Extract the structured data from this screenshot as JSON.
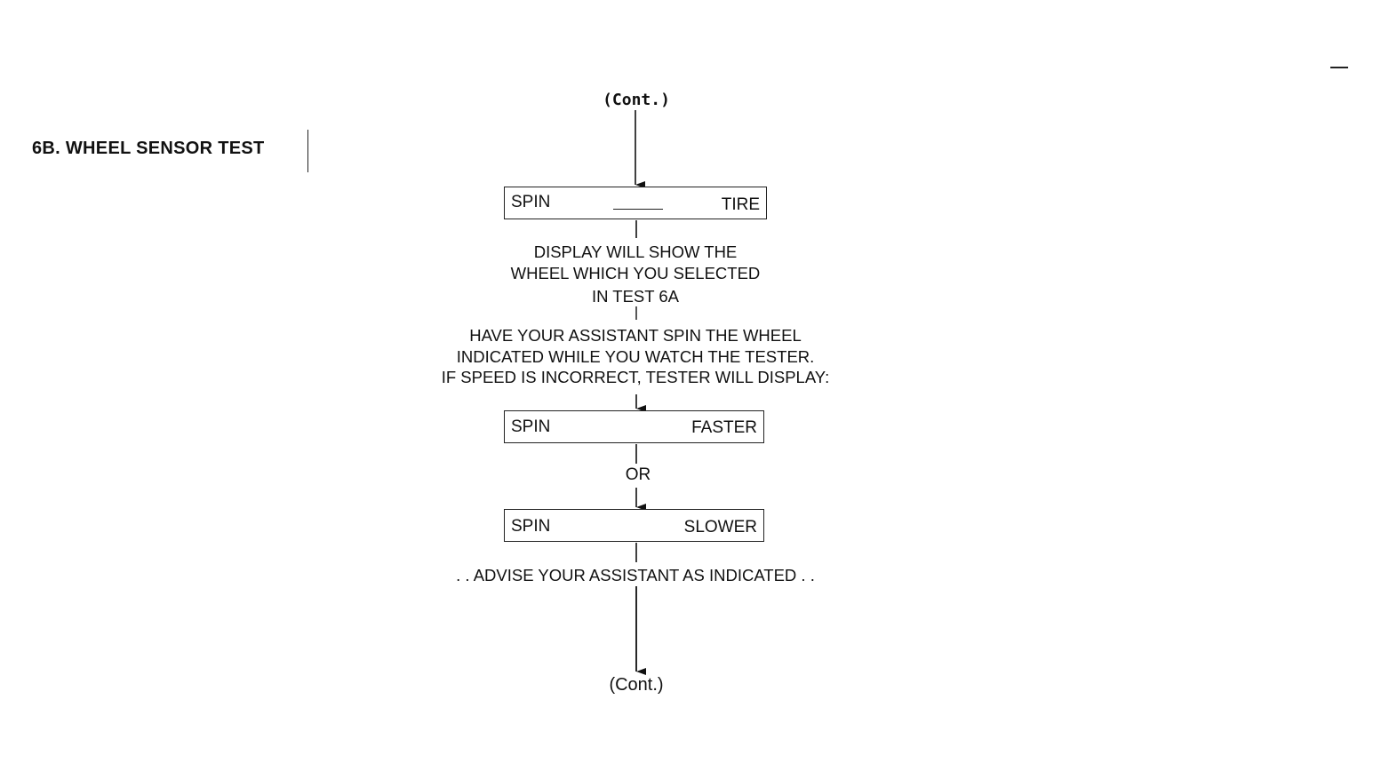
{
  "section_title": "6B. WHEEL SENSOR TEST",
  "flow": {
    "cont_top": "(Cont.)",
    "box_tire": {
      "left": "SPIN",
      "right": "TIRE"
    },
    "display_note": [
      "DISPLAY WILL SHOW THE",
      "WHEEL WHICH YOU SELECTED",
      "IN TEST 6A"
    ],
    "assistant_note": [
      "HAVE YOUR ASSISTANT SPIN THE WHEEL",
      "INDICATED WHILE YOU WATCH THE TESTER.",
      "IF SPEED IS INCORRECT, TESTER WILL DISPLAY:"
    ],
    "box_faster": {
      "left": "SPIN",
      "right": "FASTER"
    },
    "or_label": "OR",
    "box_slower": {
      "left": "SPIN",
      "right": "SLOWER"
    },
    "advise": ". . ADVISE YOUR ASSISTANT AS INDICATED . .",
    "cont_bottom": "(Cont.)"
  }
}
